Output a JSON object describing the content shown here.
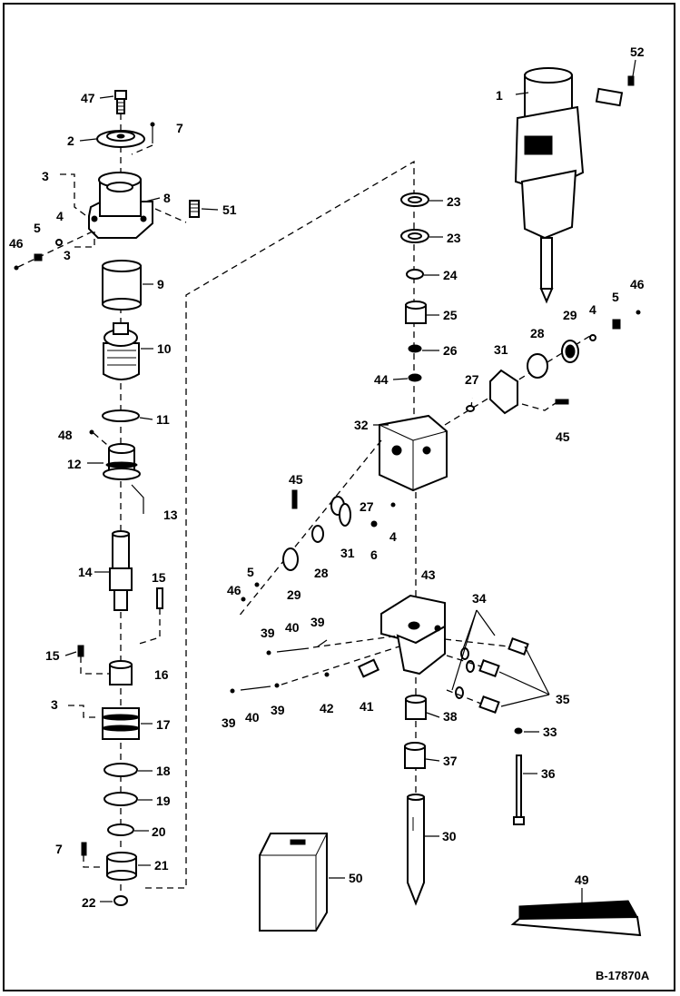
{
  "diagram": {
    "reference_code": "B-17870A",
    "callouts": [
      {
        "id": "c1",
        "text": "1"
      },
      {
        "id": "c52",
        "text": "52"
      },
      {
        "id": "c47",
        "text": "47"
      },
      {
        "id": "c2",
        "text": "2"
      },
      {
        "id": "c7a",
        "text": "7"
      },
      {
        "id": "c3a",
        "text": "3"
      },
      {
        "id": "c8",
        "text": "8"
      },
      {
        "id": "c51",
        "text": "51"
      },
      {
        "id": "c4a",
        "text": "4"
      },
      {
        "id": "c5a",
        "text": "5"
      },
      {
        "id": "c46a",
        "text": "46"
      },
      {
        "id": "c3b",
        "text": "3"
      },
      {
        "id": "c9",
        "text": "9"
      },
      {
        "id": "c10",
        "text": "10"
      },
      {
        "id": "c11",
        "text": "11"
      },
      {
        "id": "c48",
        "text": "48"
      },
      {
        "id": "c12",
        "text": "12"
      },
      {
        "id": "c13",
        "text": "13"
      },
      {
        "id": "c14",
        "text": "14"
      },
      {
        "id": "c15a",
        "text": "15"
      },
      {
        "id": "c15b",
        "text": "15"
      },
      {
        "id": "c16",
        "text": "16"
      },
      {
        "id": "c3c",
        "text": "3"
      },
      {
        "id": "c17",
        "text": "17"
      },
      {
        "id": "c18",
        "text": "18"
      },
      {
        "id": "c19",
        "text": "19"
      },
      {
        "id": "c20",
        "text": "20"
      },
      {
        "id": "c7b",
        "text": "7"
      },
      {
        "id": "c21",
        "text": "21"
      },
      {
        "id": "c22",
        "text": "22"
      },
      {
        "id": "c23a",
        "text": "23"
      },
      {
        "id": "c23b",
        "text": "23"
      },
      {
        "id": "c24",
        "text": "24"
      },
      {
        "id": "c25",
        "text": "25"
      },
      {
        "id": "c26",
        "text": "26"
      },
      {
        "id": "c44",
        "text": "44"
      },
      {
        "id": "c27a",
        "text": "27"
      },
      {
        "id": "c32",
        "text": "32"
      },
      {
        "id": "c31a",
        "text": "31"
      },
      {
        "id": "c28a",
        "text": "28"
      },
      {
        "id": "c29a",
        "text": "29"
      },
      {
        "id": "c4b",
        "text": "4"
      },
      {
        "id": "c5b",
        "text": "5"
      },
      {
        "id": "c46b",
        "text": "46"
      },
      {
        "id": "c45a",
        "text": "45"
      },
      {
        "id": "c45b",
        "text": "45"
      },
      {
        "id": "c27b",
        "text": "27"
      },
      {
        "id": "c31b",
        "text": "31"
      },
      {
        "id": "c6",
        "text": "6"
      },
      {
        "id": "c4c",
        "text": "4"
      },
      {
        "id": "c28b",
        "text": "28"
      },
      {
        "id": "c29b",
        "text": "29"
      },
      {
        "id": "c5c",
        "text": "5"
      },
      {
        "id": "c46c",
        "text": "46"
      },
      {
        "id": "c43",
        "text": "43"
      },
      {
        "id": "c34",
        "text": "34"
      },
      {
        "id": "c39a",
        "text": "39"
      },
      {
        "id": "c40a",
        "text": "40"
      },
      {
        "id": "c39b",
        "text": "39"
      },
      {
        "id": "c39c",
        "text": "39"
      },
      {
        "id": "c40b",
        "text": "40"
      },
      {
        "id": "c39d",
        "text": "39"
      },
      {
        "id": "c42",
        "text": "42"
      },
      {
        "id": "c41",
        "text": "41"
      },
      {
        "id": "c38",
        "text": "38"
      },
      {
        "id": "c35",
        "text": "35"
      },
      {
        "id": "c33",
        "text": "33"
      },
      {
        "id": "c37",
        "text": "37"
      },
      {
        "id": "c36",
        "text": "36"
      },
      {
        "id": "c30",
        "text": "30"
      },
      {
        "id": "c50",
        "text": "50"
      },
      {
        "id": "c49",
        "text": "49"
      }
    ]
  }
}
